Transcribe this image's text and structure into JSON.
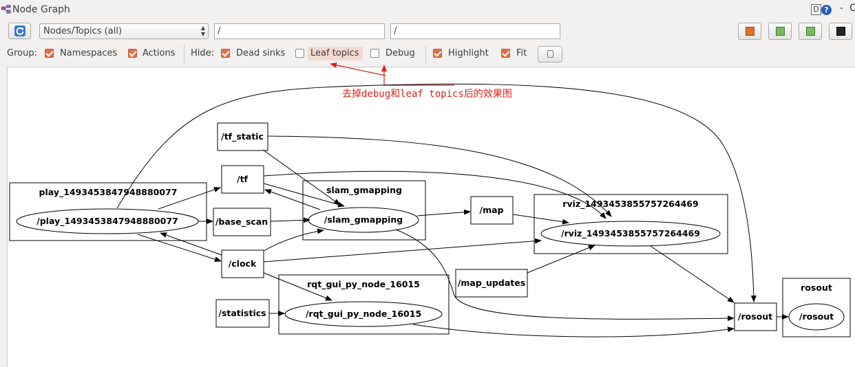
{
  "window": {
    "title": "Node Graph",
    "help_d": "D",
    "help_q": "?",
    "minimize": "-",
    "close": "C"
  },
  "toolbar": {
    "mode_select": "Nodes/Topics (all)",
    "ns_filter": "/",
    "topic_filter": "/",
    "refresh_icon": "refresh-icon",
    "buttons": [
      "load-dot-icon",
      "save-dot-icon",
      "save-svg-icon",
      "screenshot-icon"
    ]
  },
  "options": {
    "group_label": "Group:",
    "namespaces": {
      "label": "Namespaces",
      "checked": true
    },
    "actions": {
      "label": "Actions",
      "checked": true
    },
    "hide_label": "Hide:",
    "dead_sinks": {
      "label": "Dead sinks",
      "checked": true
    },
    "leaf_topics": {
      "label": "Leaf topics",
      "checked": false
    },
    "debug": {
      "label": "Debug",
      "checked": false
    },
    "highlight": {
      "label": "Highlight",
      "checked": true
    },
    "fit": {
      "label": "Fit",
      "checked": true
    }
  },
  "annotation": {
    "text": "去掉debug和leaf topics后的效果图",
    "color": "#e0201a"
  },
  "graph": {
    "clusters": {
      "play": "play_1493453847948880077",
      "slam": "slam_gmapping",
      "rviz": "rviz_1493453855757264469",
      "rqt": "rqt_gui_py_node_16015",
      "rosout": "rosout"
    },
    "nodes": {
      "play": "/play_1493453847948880077",
      "slam": "/slam_gmapping",
      "rviz": "/rviz_1493453855757264469",
      "rqt": "/rqt_gui_py_node_16015",
      "rosout": "/rosout"
    },
    "topics": {
      "tf_static": "/tf_static",
      "tf": "/tf",
      "base_scan": "/base_scan",
      "clock": "/clock",
      "statistics": "/statistics",
      "map": "/map",
      "map_updates": "/map_updates",
      "rosout": "/rosout"
    }
  }
}
